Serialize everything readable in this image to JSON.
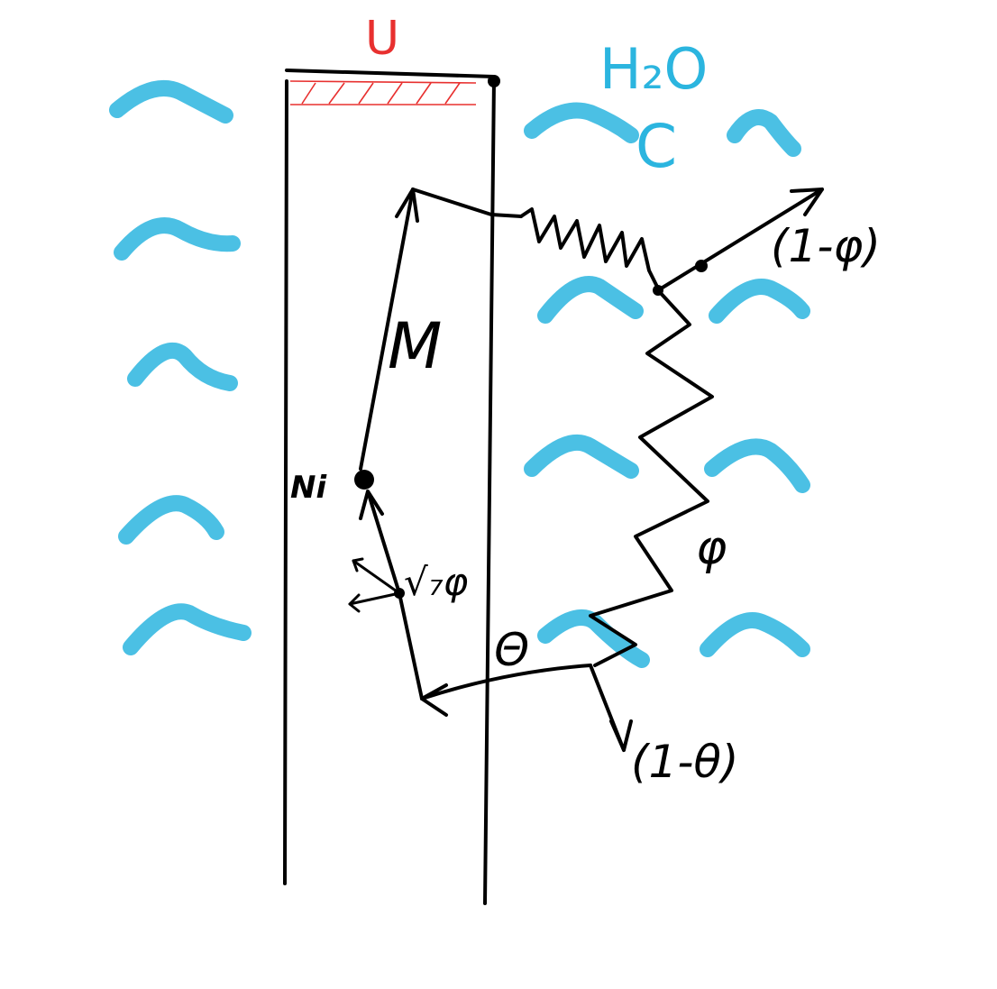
{
  "diagram": {
    "top_label": "U",
    "medium_label": "H₂O",
    "region_label": "C",
    "labels": {
      "M": "M",
      "Ni": "Ni",
      "vector": "√₇φ",
      "one_minus_phi": "(1-φ)",
      "phi": "φ",
      "theta": "Θ",
      "one_minus_theta": "(1-θ)"
    }
  },
  "colors": {
    "ink": "#000000",
    "water": "#2bb5df",
    "red": "#e8302f"
  }
}
